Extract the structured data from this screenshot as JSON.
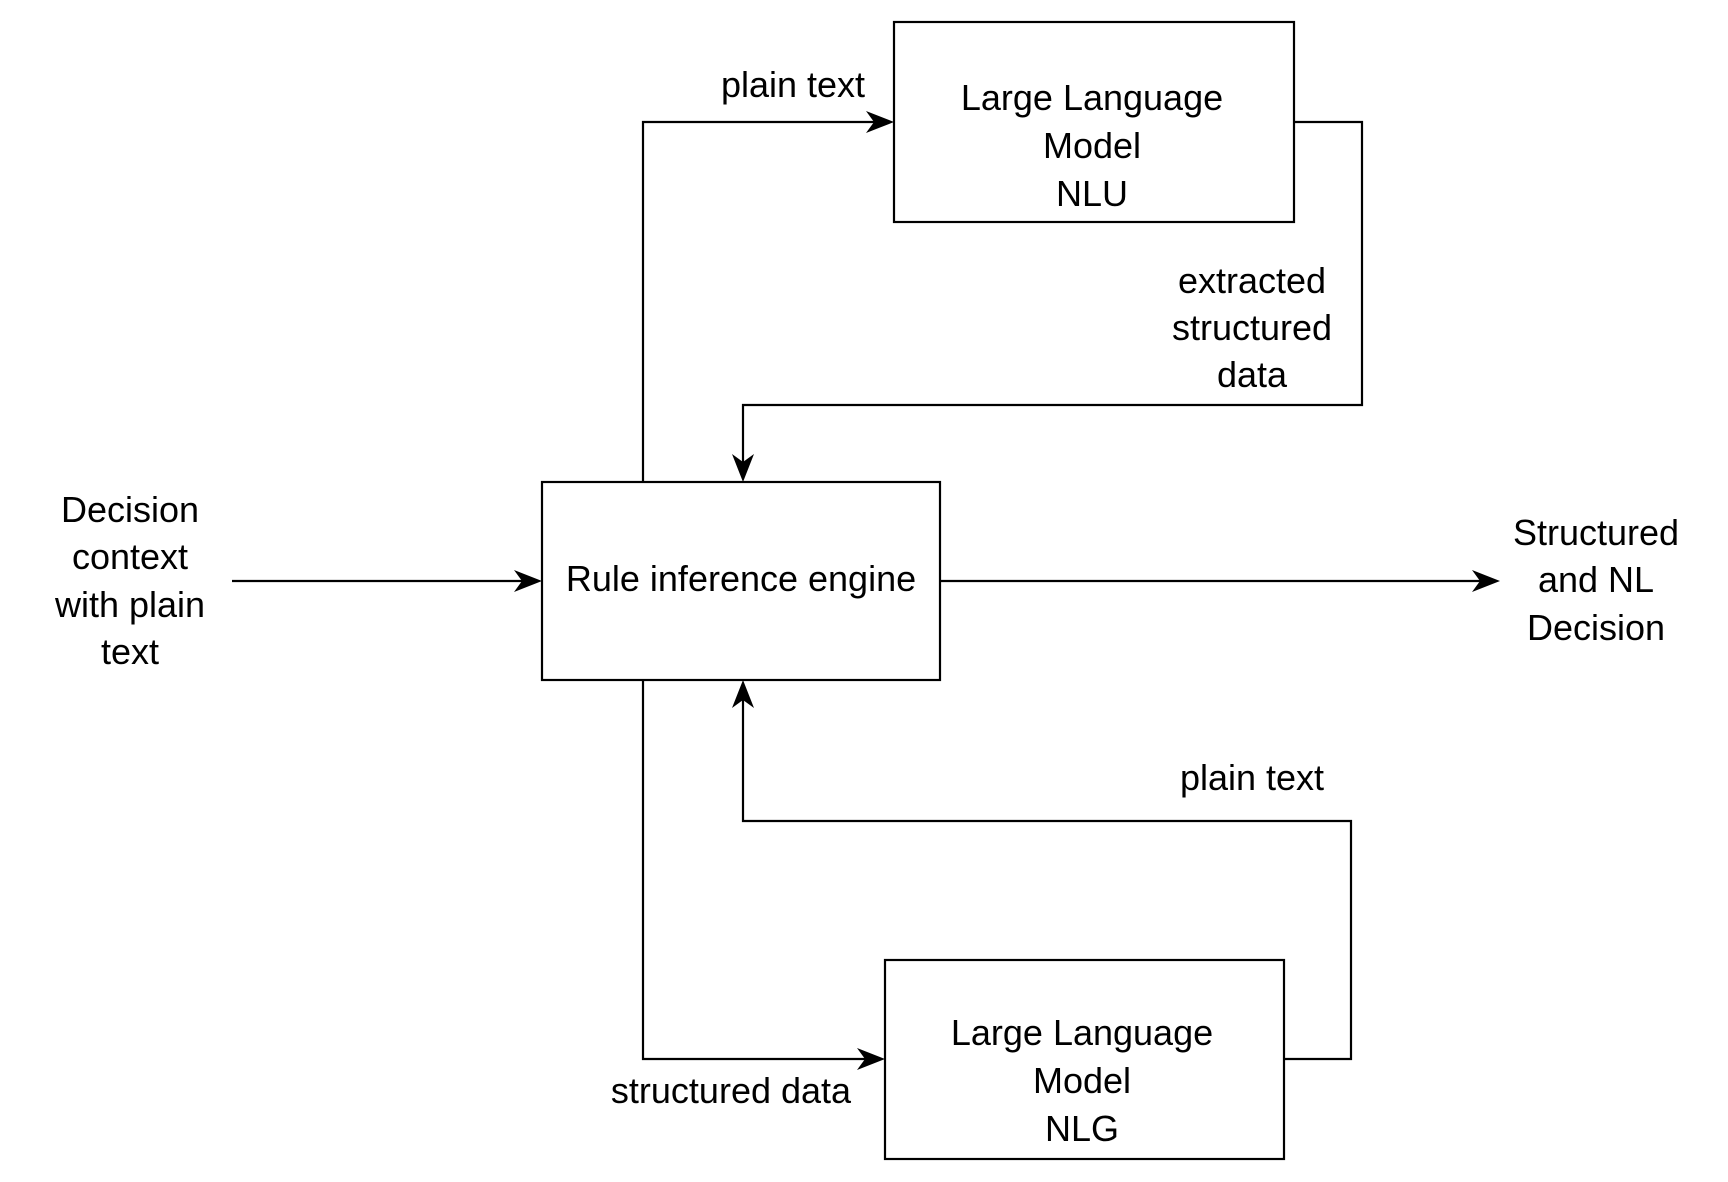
{
  "diagram": {
    "nodes": {
      "nlu": {
        "line1": "Large Language",
        "line2": "Model",
        "line3": "NLU"
      },
      "engine": {
        "label": "Rule inference engine"
      },
      "nlg": {
        "line1": "Large Language",
        "line2": "Model",
        "line3": "NLG"
      }
    },
    "labels": {
      "input": {
        "line1": "Decision",
        "line2": "context",
        "line3": "with plain",
        "line4": "text"
      },
      "output": {
        "line1": "Structured",
        "line2": "and NL",
        "line3": "Decision"
      },
      "engine_to_nlu": "plain text",
      "nlu_to_engine": {
        "line1": "extracted",
        "line2": "structured",
        "line3": "data"
      },
      "engine_to_nlg": "structured data",
      "nlg_to_engine": "plain text"
    },
    "edges": [
      {
        "from": "input",
        "to": "engine"
      },
      {
        "from": "engine",
        "to": "nlu",
        "label": "plain text"
      },
      {
        "from": "nlu",
        "to": "engine",
        "label": "extracted structured data"
      },
      {
        "from": "engine",
        "to": "output"
      },
      {
        "from": "engine",
        "to": "nlg",
        "label": "structured data"
      },
      {
        "from": "nlg",
        "to": "engine",
        "label": "plain text"
      }
    ]
  }
}
